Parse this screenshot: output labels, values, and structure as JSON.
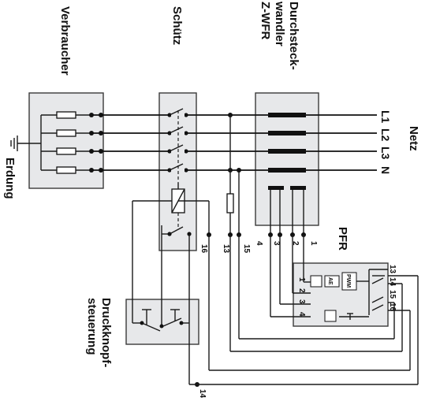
{
  "title": {
    "verbraucher": "Verbraucher",
    "schuetz": "Schütz",
    "wandler_1": "Durchsteck-",
    "wandler_2": "wandler",
    "wandler_3": "Z-WFR",
    "netz": "Netz",
    "erdung": "Erdung",
    "pfr": "PFR",
    "druck_1": "Druckknopf-",
    "druck_2": "steuerung"
  },
  "lines": [
    "L1",
    "L2",
    "L3",
    "N"
  ],
  "terminals": {
    "wandler": [
      "4",
      "3",
      "2",
      "1"
    ],
    "schuetz": [
      "16",
      "13",
      "15"
    ],
    "bottom": "14",
    "pfr_inputs": [
      "1",
      "2",
      "3",
      "4"
    ],
    "pfr_outputs": [
      "13",
      "14",
      "15",
      "16"
    ]
  },
  "pfr_blocks": {
    "ae": "AE",
    "pwm": "PWM"
  }
}
